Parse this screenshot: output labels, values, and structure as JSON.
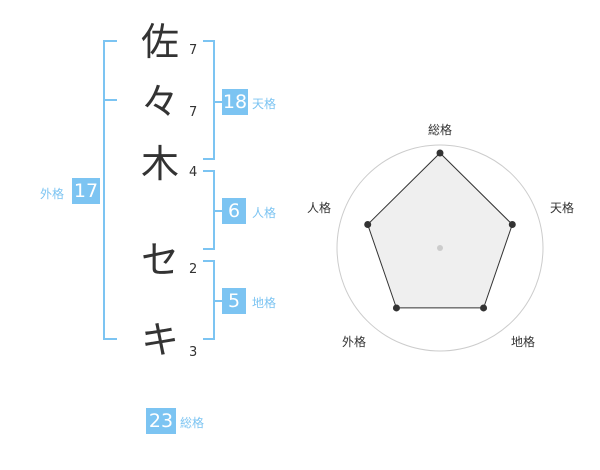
{
  "name_chars": [
    {
      "char": "佐",
      "strokes": "7"
    },
    {
      "char": "々",
      "strokes": "7"
    },
    {
      "char": "木",
      "strokes": "4"
    },
    {
      "char": "セ",
      "strokes": "2"
    },
    {
      "char": "キ",
      "strokes": "3"
    }
  ],
  "fortunes": {
    "tenkaku": {
      "value": "18",
      "label": "天格"
    },
    "jinkaku": {
      "value": "6",
      "label": "人格"
    },
    "chikaku": {
      "value": "5",
      "label": "地格"
    },
    "gaikaku": {
      "value": "17",
      "label": "外格"
    },
    "soukaku": {
      "value": "23",
      "label": "総格"
    }
  },
  "colors": {
    "accent": "#7cc4f2",
    "text": "#333333"
  },
  "chart_data": {
    "type": "radar",
    "axes": [
      "総格",
      "天格",
      "地格",
      "外格",
      "人格"
    ],
    "values": [
      1.0,
      0.8,
      0.78,
      0.78,
      0.8
    ],
    "range": [
      0,
      1
    ],
    "rings": 4,
    "grid": true
  }
}
